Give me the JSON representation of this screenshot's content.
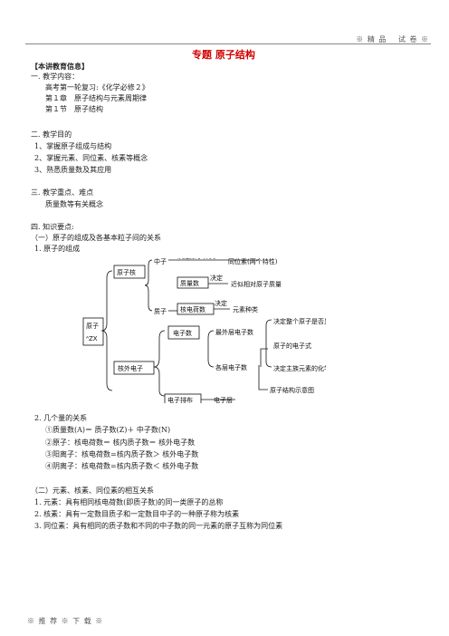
{
  "header": {
    "right": "※ 精 品　 试 卷 ※"
  },
  "title": "专题  原子结构",
  "section_info": "【本讲教育信息】",
  "content": {
    "h1": "一.  教学内容：",
    "l1": "高考第一轮复习:《化学必修２》",
    "l2": "第１章　原子结构与元素周期律",
    "l3": "第１节　原子结构"
  },
  "goals": {
    "h": "二.  教学目的",
    "items": [
      "1、掌握原子组成与结构",
      "2、掌握元素、同位素、核素等概念",
      "3、熟悉质量数及其应用"
    ]
  },
  "key": {
    "h": "三.  教学重点、难点",
    "l1": "质量数等有关概念"
  },
  "knowledge": {
    "h": "四.  知识要点:",
    "sub1": "（一）原子的组成及各基本粒子间的关系",
    "p1": "1.  原子的组成"
  },
  "diagram": {
    "atom": "原子",
    "atom_sym": "ᴬZX",
    "nucleus": "原子核",
    "neutron": "中子",
    "proton": "质子",
    "mass_number": "质量数",
    "nuclear_charge": "核电荷数",
    "decide_atom_kind": "决定原子种类",
    "isotope": "同位素(两个特性)",
    "decide": "决定",
    "approx_mass": "近似相对原子质量",
    "decide2": "决定",
    "element_kind": "元素种类",
    "electron_shell": "核外电子",
    "electron_count": "电子数",
    "outer_electrons": "最外层电子数",
    "layer_electrons": "各层电子数",
    "decide_stable": "决定整个原子是否显电性",
    "atom_formula": "原子的电子式",
    "decide_main": "决定主族元素的化学性质",
    "arrangement": "电子排布",
    "layer": "电子层",
    "structure_diagram": "原子结构示意图"
  },
  "quantities": {
    "h": "2.  几个量的关系",
    "items": [
      "①质量数(A)＝ 质子数(Z)＋ 中子数(N)",
      "②原子：核电荷数＝ 核内质子数＝ 核外电子数",
      "③阳离子：核电荷数=核内质子数＞ 核外电子数",
      "④阴离子：核电荷数=核内质子数＜ 核外电子数"
    ]
  },
  "relation": {
    "h": "（二）元素、核素、同位素的相互关系",
    "items": [
      "1.  元素：具有相同核电荷数(即质子数)的同一类原子的总称",
      "2.  核素：具有一定数目质子和一定数目中子的一种原子称为核素",
      "3.  同位素：具有相同的质子数和不同的中子数的同一元素的原子互称为同位素"
    ]
  },
  "footer": "※ 推 荐 ※ 下 载 ※"
}
